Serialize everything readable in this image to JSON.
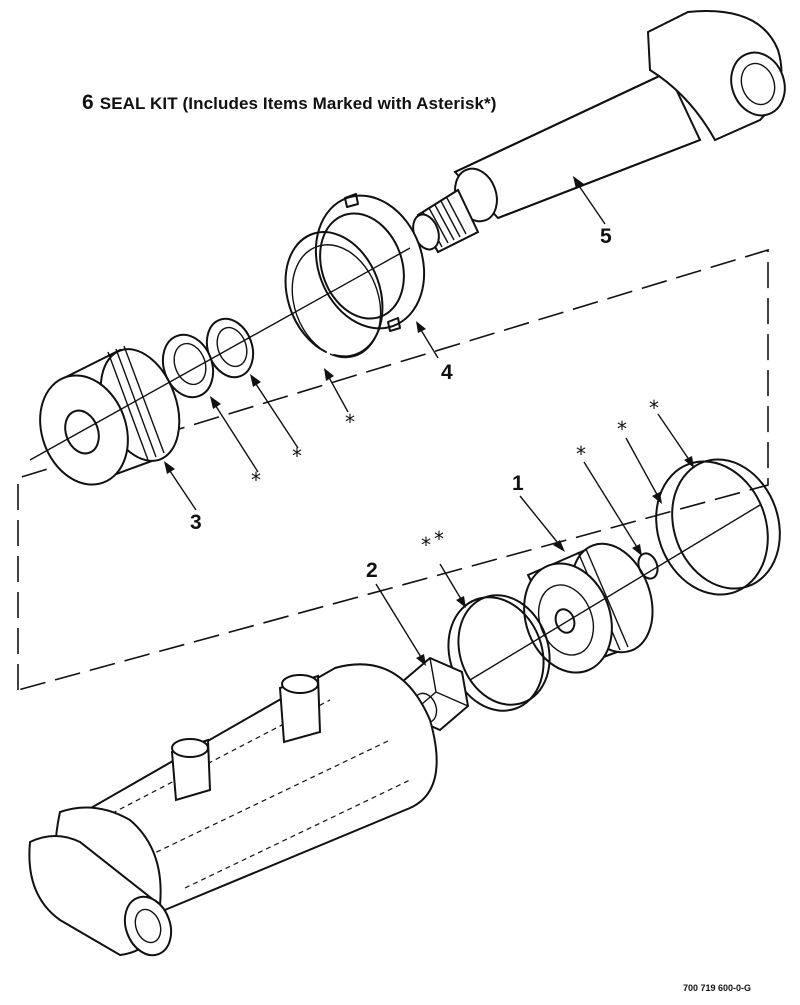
{
  "title": {
    "item_number": "6",
    "text": "SEAL KIT (Includes Items Marked with Asterisk*)"
  },
  "callouts": {
    "c1": "1",
    "c2": "2",
    "c3": "3",
    "c4": "4",
    "c5": "5"
  },
  "asterisk": "*",
  "figure_id": "700 719 600-0-G"
}
